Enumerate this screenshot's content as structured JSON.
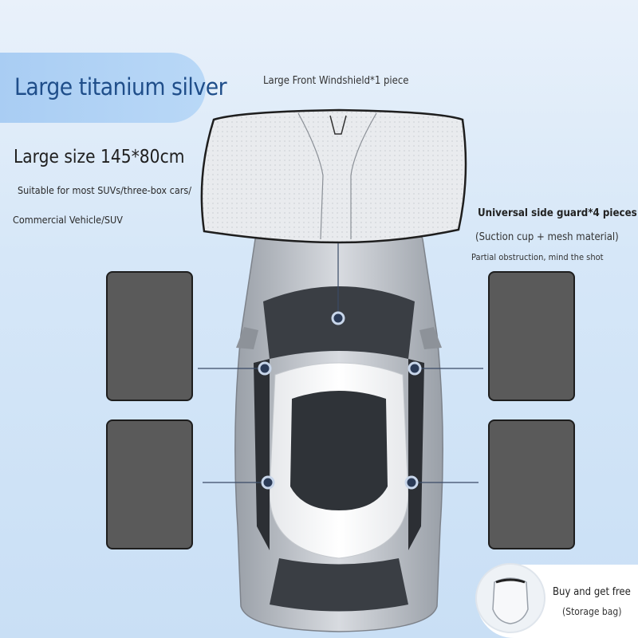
{
  "header": {
    "title": "Large titanium silver"
  },
  "specs": {
    "size": "Large size 145*80cm",
    "suitable_line1": "Suitable for most SUVs/three-box cars/",
    "suitable_line2": "Commercial Vehicle/SUV"
  },
  "windshield": {
    "label": "Large Front Windshield*1 piece"
  },
  "side_guard": {
    "title": "Universal side guard*4 pieces",
    "material": "(Suction cup + mesh material)",
    "note": "Partial obstruction, mind the shot"
  },
  "bonus": {
    "title": "Buy and get free",
    "item": "(Storage bag)"
  },
  "colors": {
    "accent_pill": "#b0d2f5",
    "title_text": "#1f4e8a",
    "guard_fill": "#5a5a5a",
    "car_body": "#b8bcc2"
  }
}
